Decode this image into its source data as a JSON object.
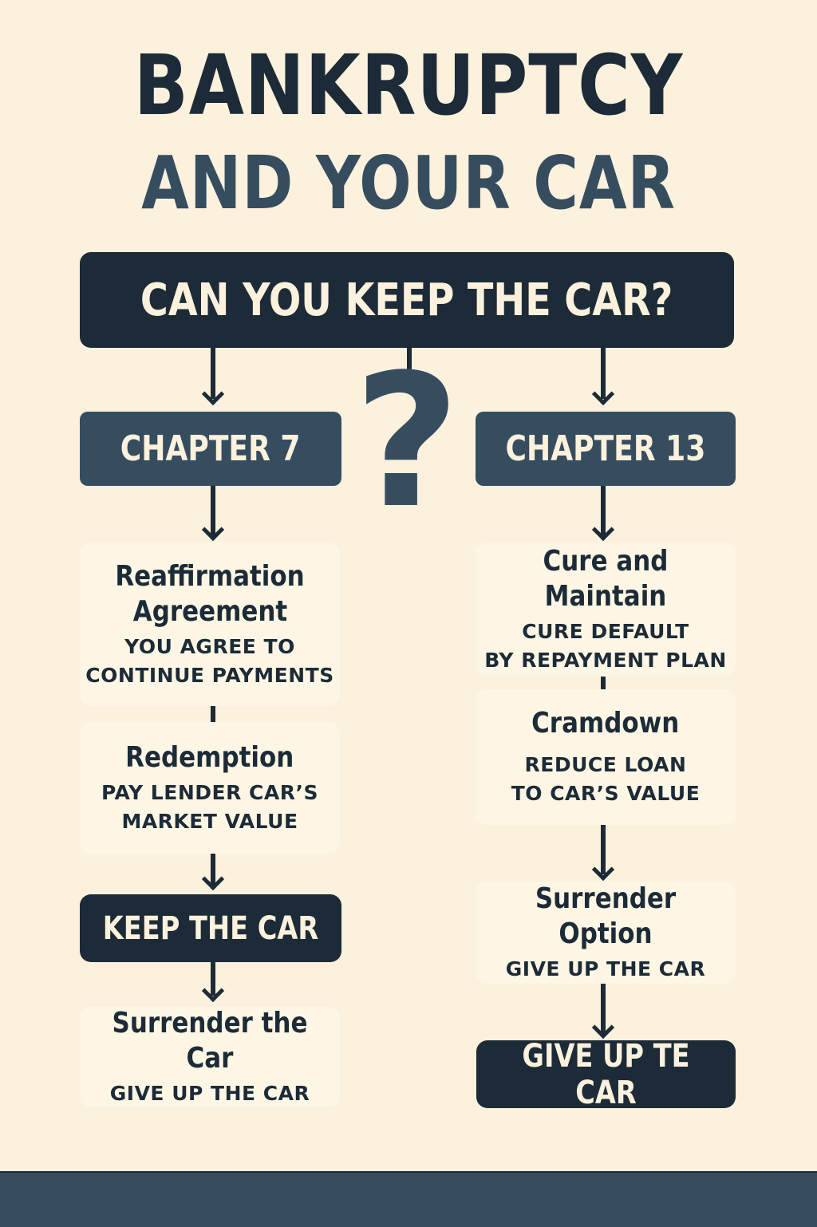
{
  "header": {
    "title_line1": "BANKRUPTCY",
    "title_line2": "AND YOUR CAR"
  },
  "question_box": {
    "label": "CAN YOU KEEP THE CAR?"
  },
  "center_icon": {
    "glyph": "?",
    "name": "question-mark-icon"
  },
  "chapter7": {
    "label": "CHAPTER 7",
    "options": [
      {
        "title_lines": [
          "Reaffirmation",
          "Agreement"
        ],
        "desc_lines": [
          "YOU AGREE TO",
          "CONTINUE PAYMENTS"
        ]
      },
      {
        "title_lines": [
          "Redemption"
        ],
        "desc_lines": [
          "PAY LENDER CAR’S",
          "MARKET VALUE"
        ]
      }
    ],
    "result": "KEEP THE CAR",
    "final_option": {
      "title": "Surrender the Car",
      "desc": "GIVE UP THE CAR"
    }
  },
  "chapter13": {
    "label": "CHAPTER 13",
    "options": [
      {
        "title_lines": [
          "Cure and Maintain"
        ],
        "desc_lines": [
          "CURE DEFAULT",
          "BY REPAYMENT PLAN"
        ]
      },
      {
        "title_lines": [
          "Cramdown"
        ],
        "desc_lines": [
          "REDUCE LOAN",
          "TO CAR’S VALUE"
        ]
      },
      {
        "title_lines": [
          "Surrender Option"
        ],
        "desc_lines": [
          "GIVE UP THE CAR"
        ]
      }
    ],
    "result": "GIVE UP TE CAR"
  },
  "colors": {
    "background": "#fbf1dc",
    "dark": "#1c2b37",
    "slate": "#364d5f",
    "card": "#fdf6e5",
    "footer": "#344c5e"
  }
}
